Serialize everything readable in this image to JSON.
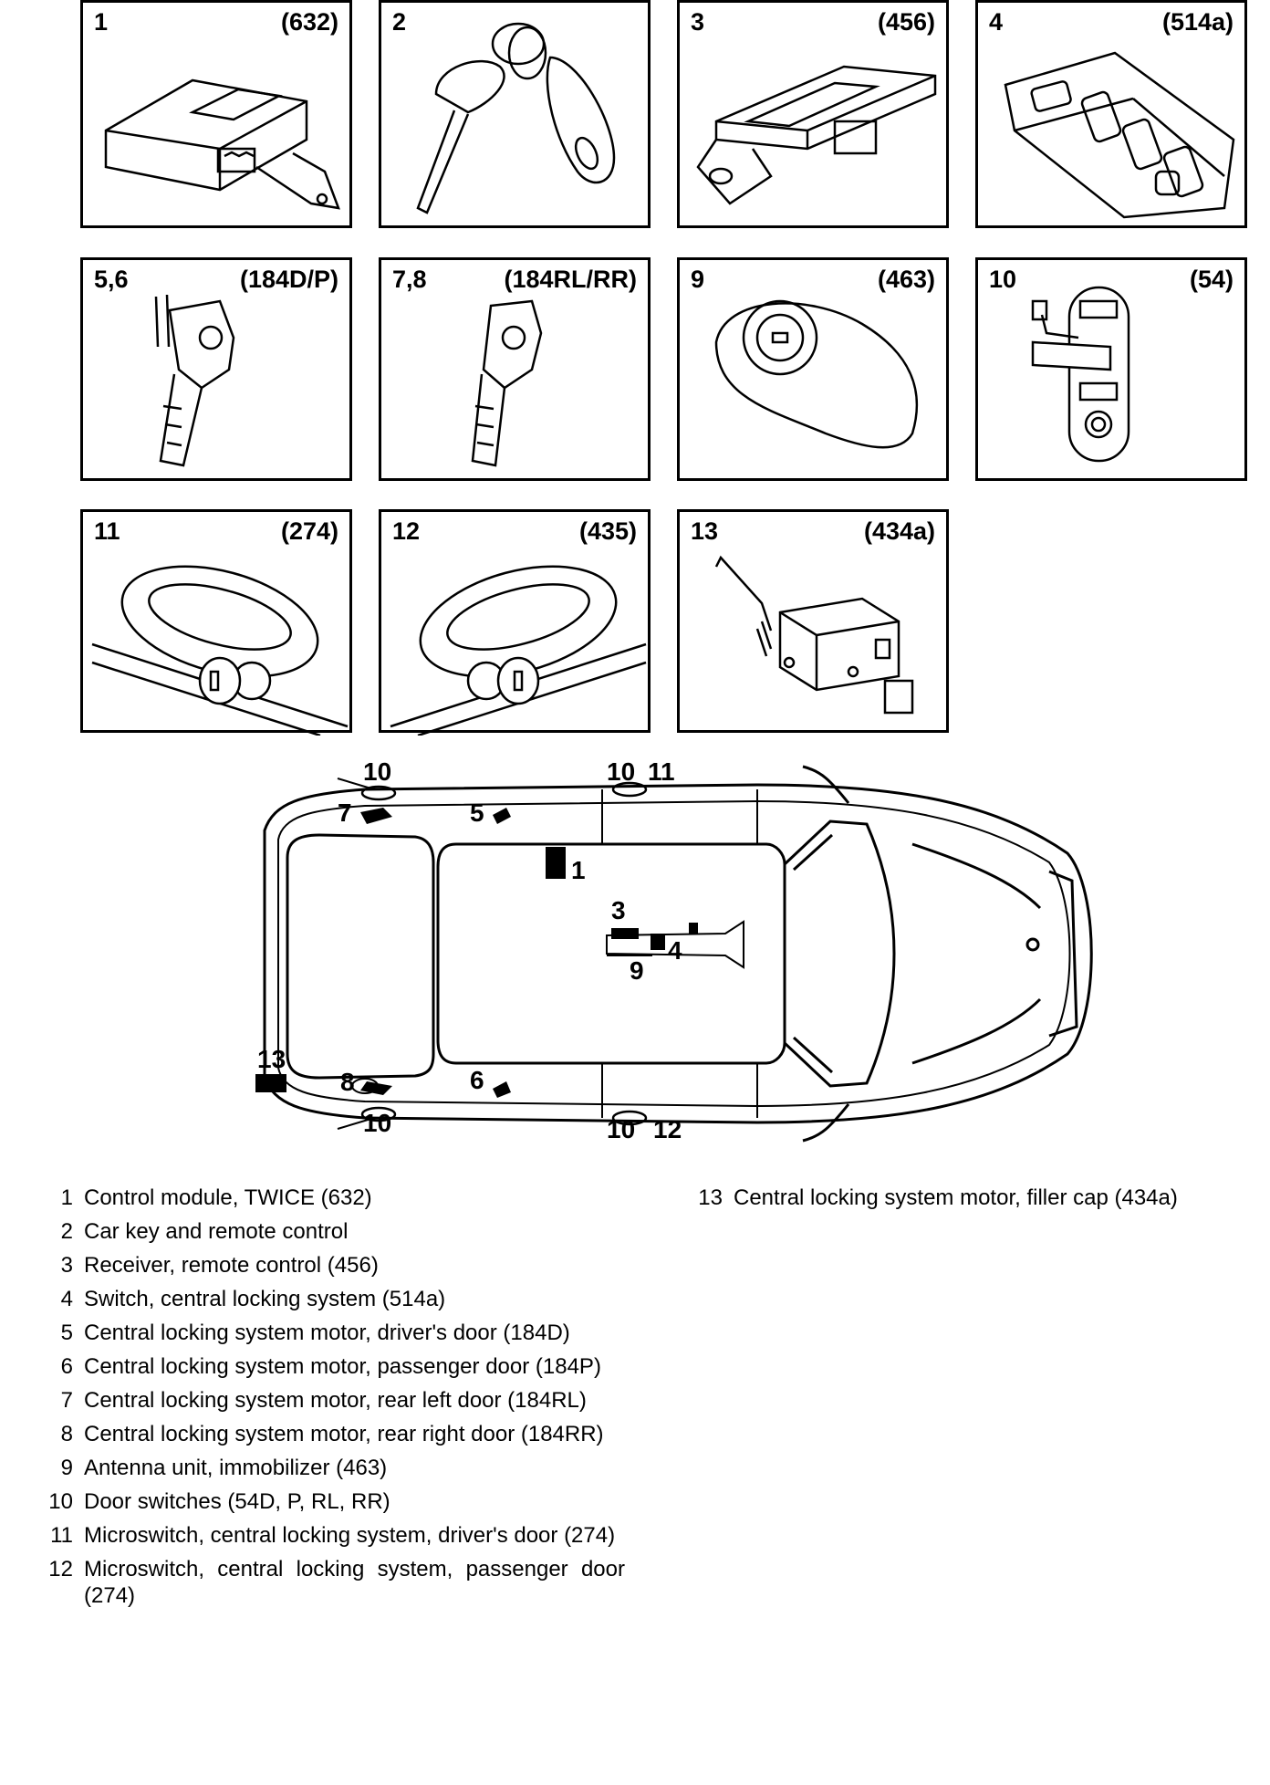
{
  "panels": [
    {
      "num": "1",
      "code": "(632)",
      "icon": "control-module"
    },
    {
      "num": "2",
      "code": "",
      "icon": "car-key-remote"
    },
    {
      "num": "3",
      "code": "(456)",
      "icon": "receiver"
    },
    {
      "num": "4",
      "code": "(514a)",
      "icon": "switch-panel"
    },
    {
      "num": "5,6",
      "code": "(184D/P)",
      "icon": "door-lock-motor"
    },
    {
      "num": "7,8",
      "code": "(184RL/RR)",
      "icon": "door-lock-motor"
    },
    {
      "num": "9",
      "code": "(463)",
      "icon": "ignition-antenna"
    },
    {
      "num": "10",
      "code": "(54)",
      "icon": "door-switch"
    },
    {
      "num": "11",
      "code": "(274)",
      "icon": "door-handle-lock"
    },
    {
      "num": "12",
      "code": "(435)",
      "icon": "door-handle-lock"
    },
    {
      "num": "13",
      "code": "(434a)",
      "icon": "filler-cap-motor"
    }
  ],
  "car_callouts": {
    "c10_top_left": "10",
    "c10_top_mid": "10",
    "c11_top": "11",
    "c7": "7",
    "c5": "5",
    "c1": "1",
    "c3": "3",
    "c4": "4",
    "c9": "9",
    "c13": "13",
    "c8": "8",
    "c6": "6",
    "c10_bot_left": "10",
    "c10_bot_mid": "10",
    "c12_bot": "12"
  },
  "legend_left": [
    {
      "num": "1",
      "text": "Control module, TWICE (632)"
    },
    {
      "num": "2",
      "text": "Car key and remote control"
    },
    {
      "num": "3",
      "text": "Receiver, remote control (456)"
    },
    {
      "num": "4",
      "text": "Switch, central locking system (514a)"
    },
    {
      "num": "5",
      "text": "Central locking system motor, driver's door (184D)"
    },
    {
      "num": "6",
      "text": "Central locking system motor, passenger door (184P)"
    },
    {
      "num": "7",
      "text": "Central locking system motor, rear left door (184RL)"
    },
    {
      "num": "8",
      "text": "Central locking system motor, rear right door (184RR)"
    },
    {
      "num": "9",
      "text": "Antenna unit, immobilizer (463)"
    },
    {
      "num": "10",
      "text": "Door switches (54D, P, RL, RR)"
    },
    {
      "num": "11",
      "text": "Microswitch, central locking system, driver's door (274)"
    },
    {
      "num": "12",
      "text": "Microswitch, central locking system, passenger door (274)"
    }
  ],
  "legend_right": [
    {
      "num": "13",
      "text": "Central locking system motor, filler cap (434a)"
    }
  ]
}
